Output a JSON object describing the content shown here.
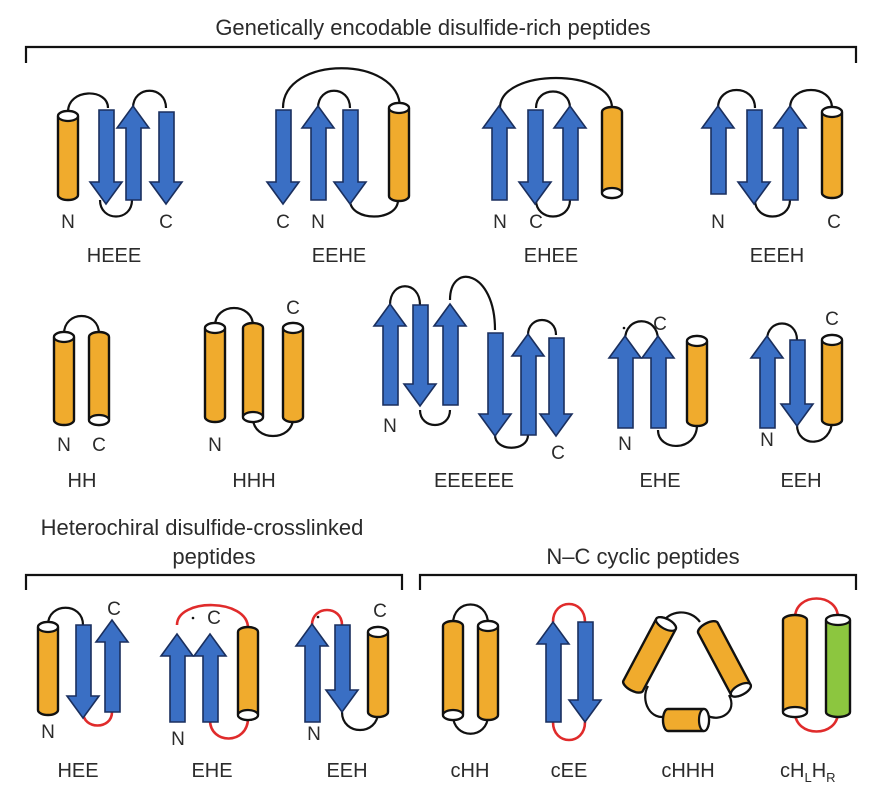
{
  "sections": {
    "genetic_title": "Genetically encodable disulfide-rich peptides",
    "hetero_title_line1": "Heterochiral disulfide-crosslinked",
    "hetero_title_line2": "peptides",
    "cyclic_title": "N–C cyclic peptides"
  },
  "topologies": {
    "row1": [
      "HEEE",
      "EEHE",
      "EHEE",
      "EEEH"
    ],
    "row2": [
      "HH",
      "HHH",
      "EEEEEE",
      "EHE",
      "EEH"
    ],
    "row3_hetero": [
      "HEE",
      "EHE",
      "EEH"
    ],
    "row3_cyclic": [
      "cHH",
      "cEE",
      "cHHH"
    ],
    "last_label": {
      "base1": "cH",
      "sub1": "L",
      "base2": "H",
      "sub2": "R"
    }
  },
  "termini": {
    "n": "N",
    "c": "C"
  },
  "colors": {
    "helix": "#f0ab2d",
    "strand": "#3a6fc4",
    "d_helix": "#8cc63f",
    "disulfide_loop": "#e02b2b"
  }
}
